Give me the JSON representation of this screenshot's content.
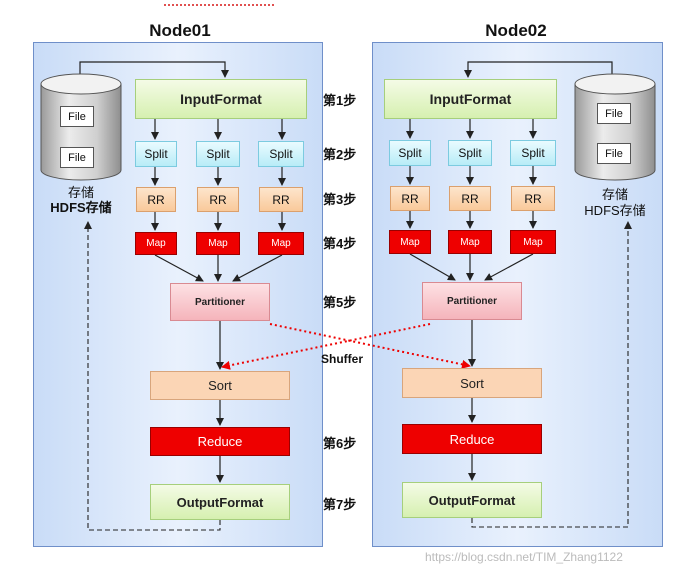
{
  "node01": {
    "title": "Node01",
    "input_format": "InputFormat",
    "splits": [
      "Split",
      "Split",
      "Split"
    ],
    "rrs": [
      "RR",
      "RR",
      "RR"
    ],
    "maps": [
      "Map",
      "Map",
      "Map"
    ],
    "partitioner": "Partitioner",
    "sort": "Sort",
    "reduce": "Reduce",
    "output_format": "OutputFormat",
    "files": [
      "File",
      "File"
    ],
    "storage_label": "存储",
    "hdfs_label": "HDFS存储"
  },
  "node02": {
    "title": "Node02",
    "input_format": "InputFormat",
    "splits": [
      "Split",
      "Split",
      "Split"
    ],
    "rrs": [
      "RR",
      "RR",
      "RR"
    ],
    "maps": [
      "Map",
      "Map",
      "Map"
    ],
    "partitioner": "Partitioner",
    "sort": "Sort",
    "reduce": "Reduce",
    "output_format": "OutputFormat",
    "files": [
      "File",
      "File"
    ],
    "storage_label": "存储",
    "hdfs_label": "HDFS存储"
  },
  "steps": [
    "第1步",
    "第2步",
    "第3步",
    "第4步",
    "第5步",
    "第6步",
    "第7步"
  ],
  "shuffle_label": "Shuffer",
  "watermark": "https://blog.csdn.net/TIM_Zhang1122",
  "colors": {
    "panel": "#dce8fb",
    "map": "#ee0000",
    "reduce": "#ee0000",
    "shuffle_arrow": "#ee0000"
  }
}
